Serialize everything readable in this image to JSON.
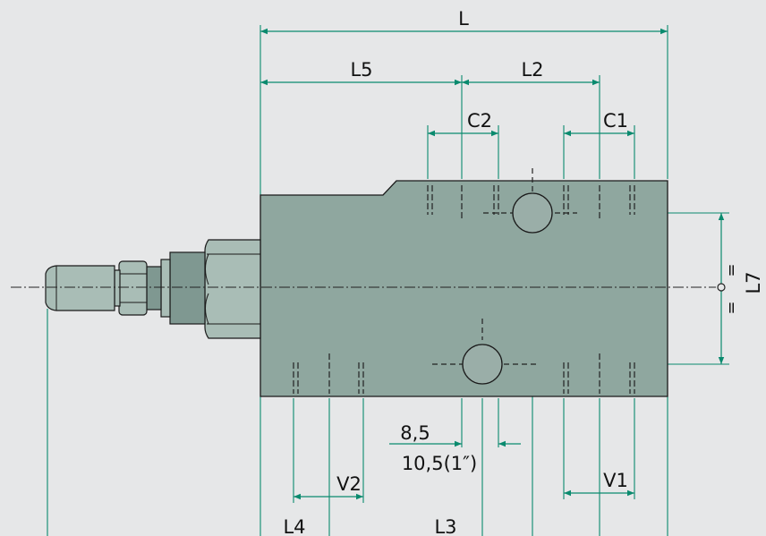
{
  "dimensions": {
    "L": "L",
    "L5": "L5",
    "L2": "L2",
    "C2": "C2",
    "C1": "C1",
    "L7": "L7",
    "V2": "V2",
    "V1": "V1",
    "L4": "L4",
    "L3": "L3",
    "d1": "8,5",
    "d2": "10,5(1″)",
    "eq": "="
  },
  "colors": {
    "background": "#e6e7e8",
    "body": "#8fa79f",
    "dimension_line": "#0a8a6e"
  }
}
